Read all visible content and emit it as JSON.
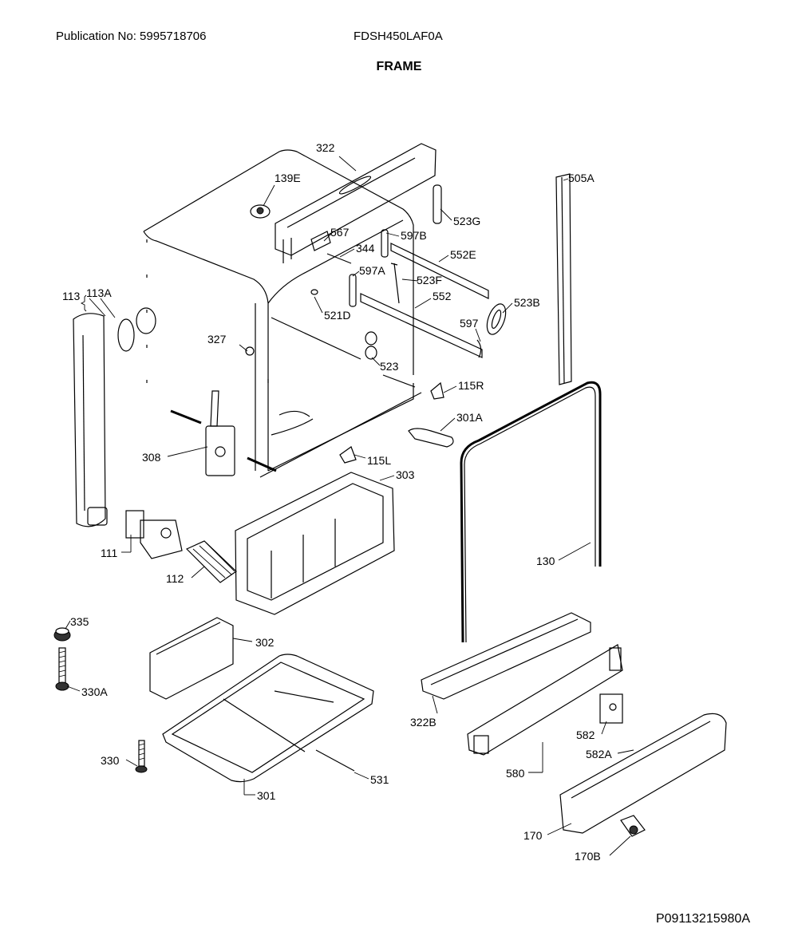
{
  "header": {
    "publication": "Publication No: 5995718706",
    "model": "FDSH450LAF0A",
    "title": "FRAME"
  },
  "footer": {
    "code": "P09113215980A"
  },
  "callouts": {
    "c322": "322",
    "c139E": "139E",
    "c505A": "505A",
    "c523G": "523G",
    "c567": "567",
    "c597B": "597B",
    "c344": "344",
    "c552E": "552E",
    "c597A": "597A",
    "c523F": "523F",
    "c113": "113",
    "c113A": "113A",
    "c552": "552",
    "c523B": "523B",
    "c521D": "521D",
    "c597": "597",
    "c327": "327",
    "c523": "523",
    "c115R": "115R",
    "c301A": "301A",
    "c308": "308",
    "c115L": "115L",
    "c303": "303",
    "c111": "111",
    "c130": "130",
    "c112": "112",
    "c335": "335",
    "c302": "302",
    "c330A": "330A",
    "c322B": "322B",
    "c582": "582",
    "c582A": "582A",
    "c330": "330",
    "c580": "580",
    "c531": "531",
    "c301": "301",
    "c170": "170",
    "c170B": "170B"
  }
}
